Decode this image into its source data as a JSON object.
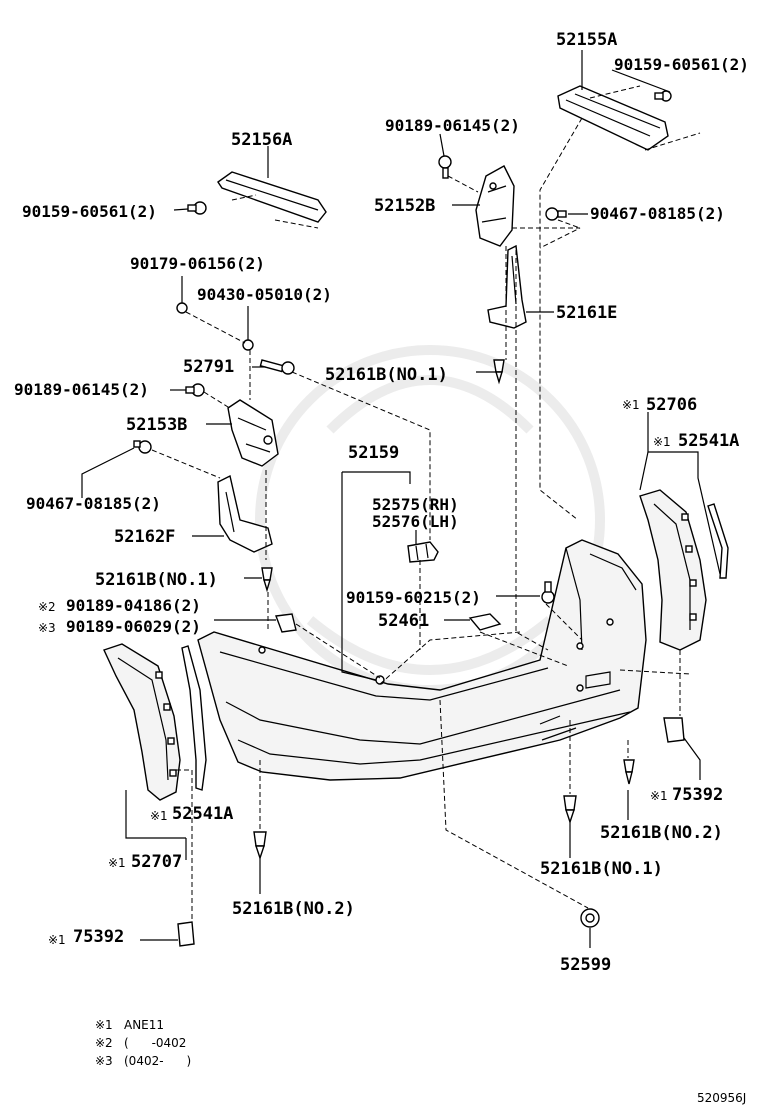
{
  "diagram_id": "520956J",
  "labels": {
    "p52155A": "52155A",
    "p90159_60561_top": "90159-60561(2)",
    "p90189_06145_top": "90189-06145(2)",
    "p52156A": "52156A",
    "p52152B": "52152B",
    "p90159_60561_left": "90159-60561(2)",
    "p90467_08185_top": "90467-08185(2)",
    "p90179_06156": "90179-06156(2)",
    "p90430_05010": "90430-05010(2)",
    "p52161E": "52161E",
    "p52791": "52791",
    "p52161B_no1_top": "52161B(NO.1)",
    "p90189_06145_left": "90189-06145(2)",
    "p52706": "52706",
    "p52706_mark": "※1",
    "p52153B": "52153B",
    "p52541A_right": "52541A",
    "p52541A_right_mark": "※1",
    "p52159": "52159",
    "p90467_08185_left": "90467-08185(2)",
    "p52575": "52575(RH)",
    "p52576": "52576(LH)",
    "p52162F": "52162F",
    "p52161B_no1_left": "52161B(NO.1)",
    "p90159_60215": "90159-60215(2)",
    "p90189_04186": "90189-04186(2)",
    "p90189_04186_mark": "※2",
    "p90189_06029": "90189-06029(2)",
    "p90189_06029_mark": "※3",
    "p52461": "52461",
    "p75392_right": "75392",
    "p75392_right_mark": "※1",
    "p52541A_left": "52541A",
    "p52541A_left_mark": "※1",
    "p52161B_no2_right": "52161B(NO.2)",
    "p52707": "52707",
    "p52707_mark": "※1",
    "p52161B_no1_bottom": "52161B(NO.1)",
    "p52161B_no2_left": "52161B(NO.2)",
    "p75392_left": "75392",
    "p75392_left_mark": "※1",
    "p52599": "52599"
  },
  "notes": [
    {
      "mark": "※1",
      "text": "ANE11"
    },
    {
      "mark": "※2",
      "text": "(      -0402"
    },
    {
      "mark": "※3",
      "text": "(0402-      )"
    }
  ]
}
